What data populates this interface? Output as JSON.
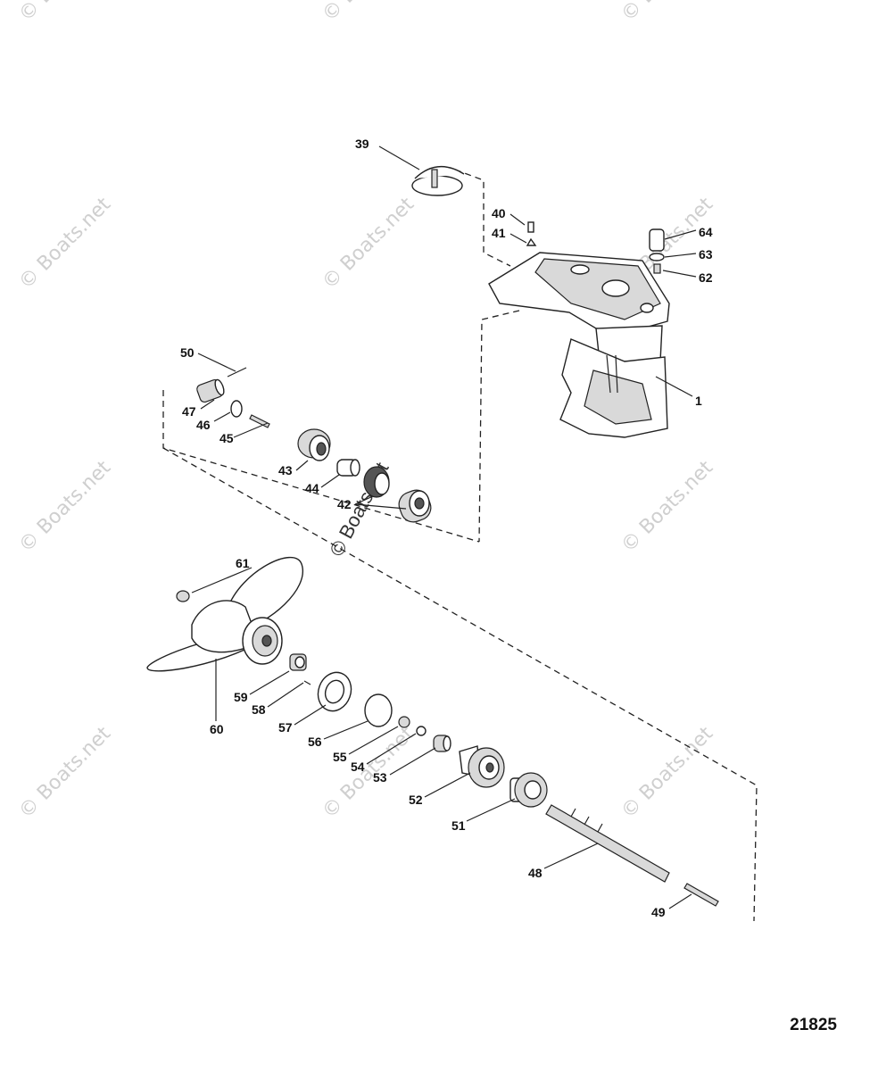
{
  "watermark": "© Boats.net",
  "diagram_number": "21825",
  "callouts": {
    "c1": "1",
    "c39": "39",
    "c40": "40",
    "c41": "41",
    "c42": "42",
    "c43": "43",
    "c44": "44",
    "c45": "45",
    "c46": "46",
    "c47": "47",
    "c48": "48",
    "c49": "49",
    "c50": "50",
    "c51": "51",
    "c52": "52",
    "c53": "53",
    "c54": "54",
    "c55": "55",
    "c56": "56",
    "c57": "57",
    "c58": "58",
    "c59": "59",
    "c60": "60",
    "c61": "61",
    "c62": "62",
    "c63": "63",
    "c64": "64"
  }
}
